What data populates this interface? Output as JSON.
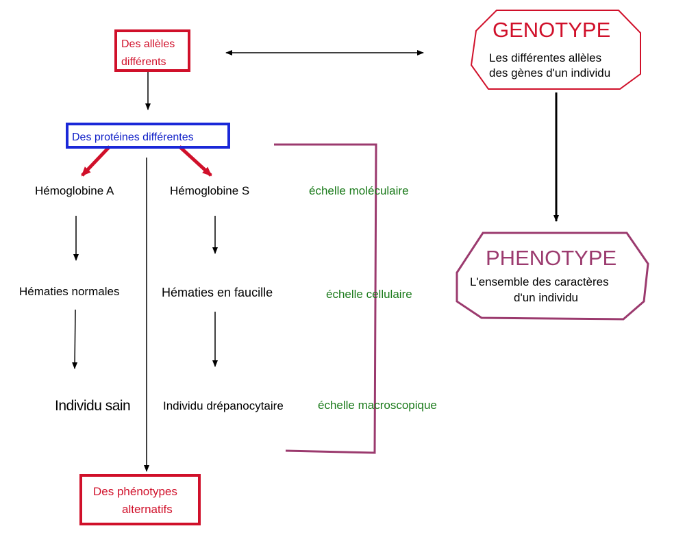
{
  "colors": {
    "red": "#d0102a",
    "blue": "#1a28d8",
    "green": "#1a7a1a",
    "purple": "#9b3a6e"
  },
  "alleles": {
    "line1": "Des allèles",
    "line2": "différents"
  },
  "proteins": {
    "label": "Des protéines différentes"
  },
  "hemoglobin_a": "Hémoglobine A",
  "hemoglobin_s": "Hémoglobine S",
  "scale_molecular": "échelle moléculaire",
  "hematies_normales": "Hématies normales",
  "hematies_faucille": "Hématies en faucille",
  "scale_cellular": "échelle cellulaire",
  "individu_sain": "Individu sain",
  "individu_drepano": "Individu drépanocytaire",
  "scale_macro": "échelle macroscopique",
  "phenotypes_alt": {
    "line1": "Des phénotypes",
    "line2": "alternatifs"
  },
  "genotype": {
    "title": "GENOTYPE",
    "line1": "Les différentes allèles",
    "line2": "des gènes d'un individu"
  },
  "phenotype": {
    "title": "PHENOTYPE",
    "line1": "L'ensemble des caractères",
    "line2": "d'un individu"
  }
}
